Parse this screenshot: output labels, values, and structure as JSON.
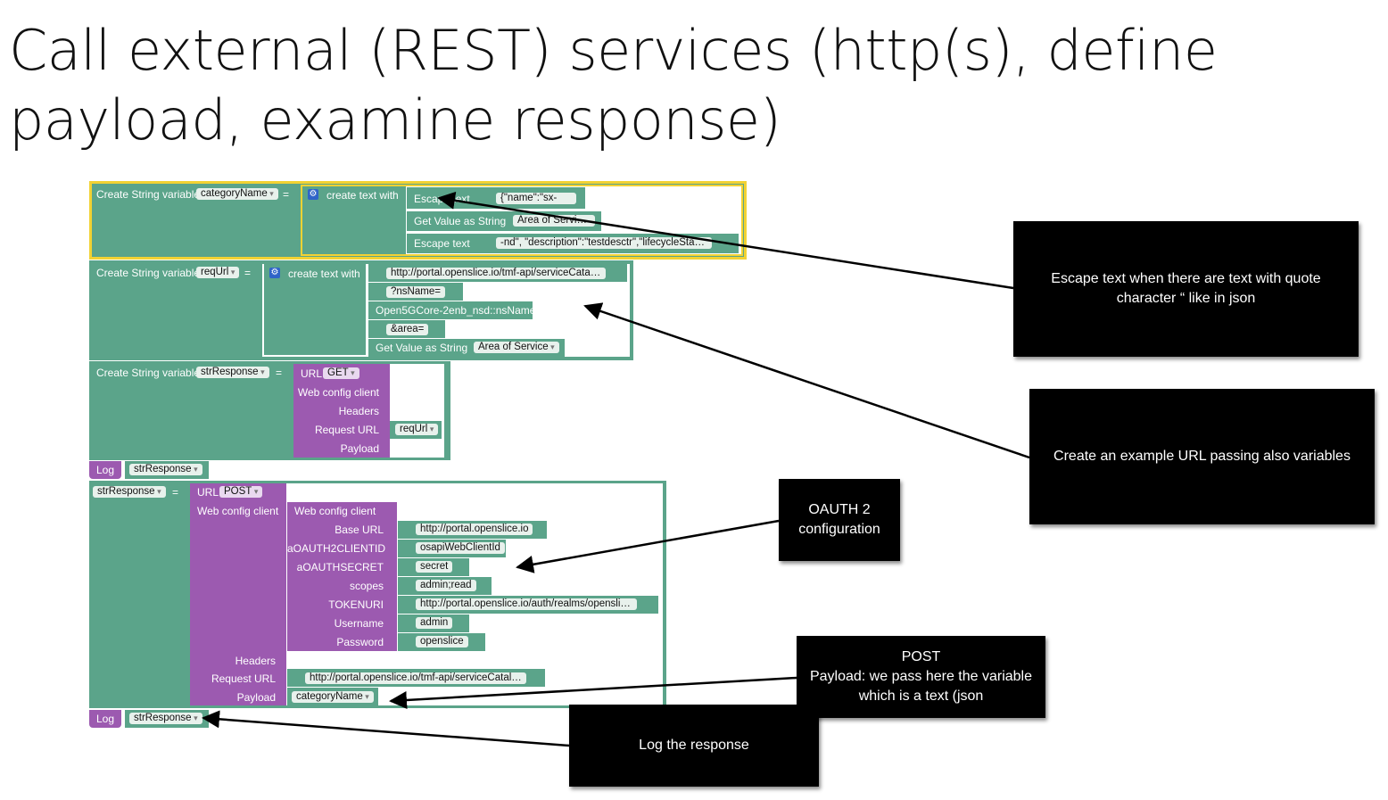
{
  "title": "Call external (REST) services (http(s), define payload, examine response)",
  "colors": {
    "block_green": "#5ba48a",
    "block_purple": "#9c5ab0",
    "highlight": "#f2d233",
    "note_bg": "#000000"
  },
  "block1": {
    "create_label": "Create String variable",
    "var_name": "categoryName",
    "eq": "=",
    "text_with": "create text with",
    "escape1_label": "Escape text",
    "escape1_value": "{\"name\":\"sx-",
    "getvalue_label": "Get Value as String",
    "getvalue_value": "Area of Service",
    "escape2_label": "Escape text",
    "escape2_value": "-nd\", \"description\":\"testdesctr\",\"lifecycleStatu..."
  },
  "block2": {
    "create_label": "Create String variable",
    "var_name": "reqUrl",
    "eq": "=",
    "text_with": "create text with",
    "url_value": "http://portal.openslice.io/tmf-api/serviceCatalo...",
    "ns_param": "?nsName=",
    "ns_name": "Open5GCore-2enb_nsd::nsName",
    "area_param": "&area=",
    "getvalue_label": "Get Value as String",
    "getvalue_value": "Area of Service"
  },
  "block3": {
    "create_label": "Create String variable",
    "var_name": "strResponse",
    "eq": "=",
    "url_label": "URL",
    "method": "GET",
    "web_config_label": "Web config client",
    "headers_label": "Headers",
    "request_url_label": "Request URL",
    "request_url_value": "reqUrl",
    "payload_label": "Payload"
  },
  "log1": {
    "label": "Log",
    "value": "strResponse"
  },
  "block4": {
    "var_name": "strResponse",
    "eq": "=",
    "url_label": "URL",
    "method": "POST",
    "web_config_label": "Web config client",
    "wc_title": "Web config client",
    "base_url_label": "Base URL",
    "base_url_value": "http://portal.openslice.io",
    "client_id_label": "aOAUTH2CLIENTID",
    "client_id_value": "osapiWebClientId",
    "secret_label": "aOAUTHSECRET",
    "secret_value": "secret",
    "scopes_label": "scopes",
    "scopes_value": "admin;read",
    "tokenuri_label": "TOKENURI",
    "tokenuri_value": "http://portal.openslice.io/auth/realms/openslice...",
    "username_label": "Username",
    "username_value": "admin",
    "password_label": "Password",
    "password_value": "openslice",
    "headers_label": "Headers",
    "request_url_label": "Request URL",
    "request_url_value": "http://portal.openslice.io/tmf-api/serviceCatalo...",
    "payload_label": "Payload",
    "payload_value": "categoryName"
  },
  "log2": {
    "label": "Log",
    "value": "strResponse"
  },
  "notes": {
    "escape": "Escape text when there are text with quote character “ like in json",
    "url": "Create an example URL passing also variables",
    "oauth_line1": "OAUTH 2",
    "oauth_line2": "configuration",
    "post_line1": "POST",
    "post_line2": "Payload: we pass here the variable",
    "post_line3": "which is a text (json",
    "log": "Log the response"
  }
}
